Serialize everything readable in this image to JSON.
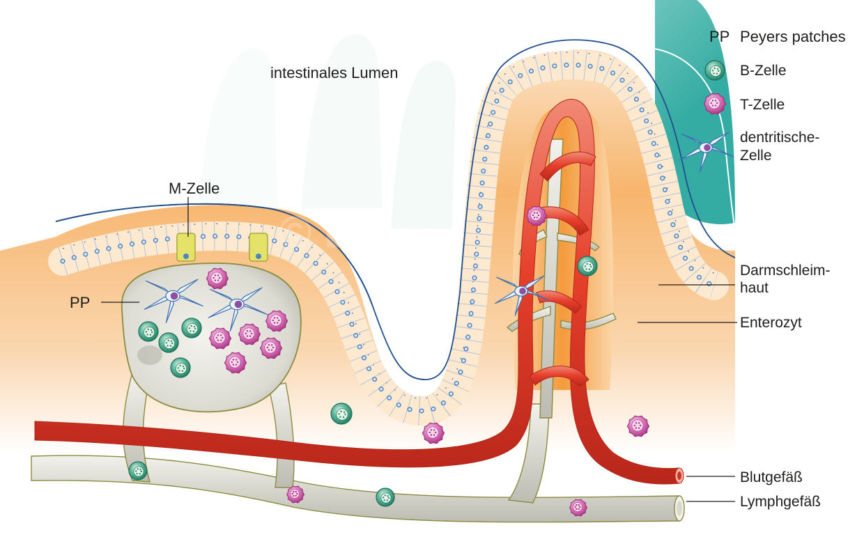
{
  "labels": {
    "lumen": "intestinales Lumen",
    "m_zelle": "M-Zelle",
    "pp": "PP",
    "darmschleimhaut_1": "Darmschleim-",
    "darmschleimhaut_2": "haut",
    "enterozyt": "Enterozyt",
    "blutgefaess": "Blutgefäß",
    "lymphgefaess": "Lymphgefäß",
    "watermark": "© Ecke"
  },
  "legend": {
    "pp_abbr": "PP",
    "pp_text": "Peyers patches",
    "b_cell": "B-Zelle",
    "t_cell": "T-Zelle",
    "dendritic_1": "dentritische-",
    "dendritic_2": "Zelle"
  },
  "colors": {
    "lumen_teal": "#3fb3aa",
    "tissue_orange": "#f5a65b",
    "blood_red": "#e8402d",
    "lymph_grey": "#d9d8cf",
    "outline_blue": "#1f4e8c",
    "b_cell_green": "#2f9a7e",
    "t_cell_magenta": "#c1449c",
    "m_cell_yellow": "#e5e26a"
  }
}
